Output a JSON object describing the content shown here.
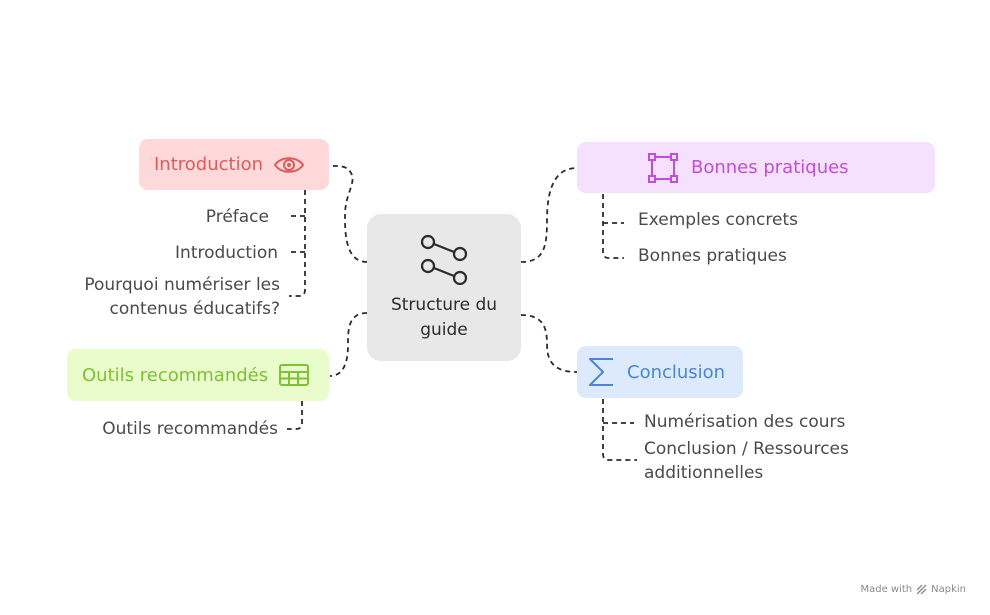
{
  "center": {
    "title": "Structure du guide",
    "icon": "share-network-icon"
  },
  "branches": {
    "introduction": {
      "label": "Introduction",
      "icon": "eye-icon",
      "color": "#e05a5a",
      "background": "#ffd9d9",
      "leaves": [
        "Préface",
        "Introduction",
        "Pourquoi numériser les",
        "contenus éducatifs?"
      ]
    },
    "outils": {
      "label": "Outils recommandés",
      "icon": "table-icon",
      "color": "#7cc233",
      "background": "#eafccc",
      "leaves": [
        "Outils recommandés"
      ]
    },
    "bonnes": {
      "label": "Bonnes pratiques",
      "icon": "frame-icon",
      "color": "#c04ed6",
      "background": "#f5e1fd",
      "leaves": [
        "Exemples concrets",
        "Bonnes pratiques"
      ]
    },
    "conclusion": {
      "label": "Conclusion",
      "icon": "sigma-icon",
      "color": "#4a86d6",
      "background": "#dde9fc",
      "leaves": [
        "Numérisation des cours",
        "Conclusion / Ressources",
        "additionnelles"
      ]
    }
  },
  "footer": {
    "text": "Made with",
    "brand": "Napkin"
  }
}
